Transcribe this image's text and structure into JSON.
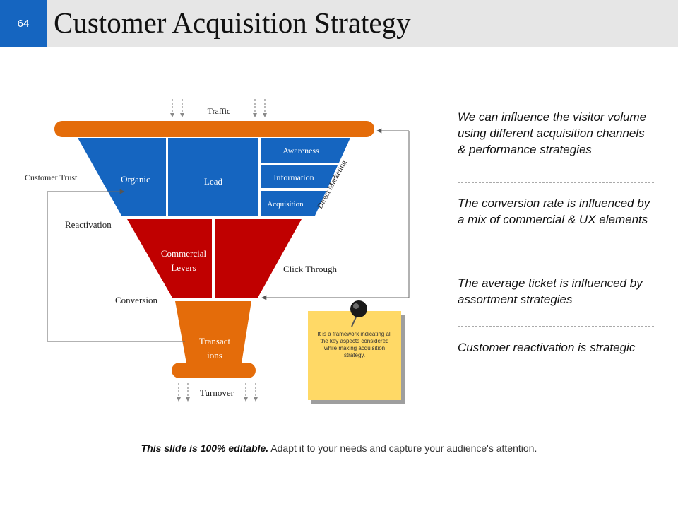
{
  "slide": {
    "number": "64",
    "title": "Customer Acquisition Strategy"
  },
  "funnel": {
    "traffic": "Traffic",
    "organic": "Organic",
    "lead": "Lead",
    "awareness": "Awareness",
    "information": "Information",
    "acquisition": "Acquisition",
    "direct_marketing": "Direct Marketing",
    "commercial_levers_line1": "Commercial",
    "commercial_levers_line2": "Levers",
    "transactions_line1": "Transact",
    "transactions_line2": "ions",
    "turnover": "Turnover",
    "customer_trust": "Customer Trust",
    "reactivation": "Reactivation",
    "conversion": "Conversion",
    "click_through": "Click Through"
  },
  "colors": {
    "blue": "#1565c0",
    "red": "#c00000",
    "orange": "#e46c0a",
    "note": "#ffd966"
  },
  "sticky_note": {
    "text": "It is a framework indicating all the key aspects considered while making acquisition strategy."
  },
  "panel": [
    {
      "text": "We can influence the visitor volume using different acquisition channels & performance strategies"
    },
    {
      "text": "The conversion rate is influenced by a mix of commercial & UX elements"
    },
    {
      "text": "The average ticket is influenced by assortment strategies"
    },
    {
      "text": "Customer reactivation is strategic"
    }
  ],
  "footer": {
    "bold": "This slide is 100% editable.",
    "normal": " Adapt it to your needs and capture your audience's attention."
  }
}
